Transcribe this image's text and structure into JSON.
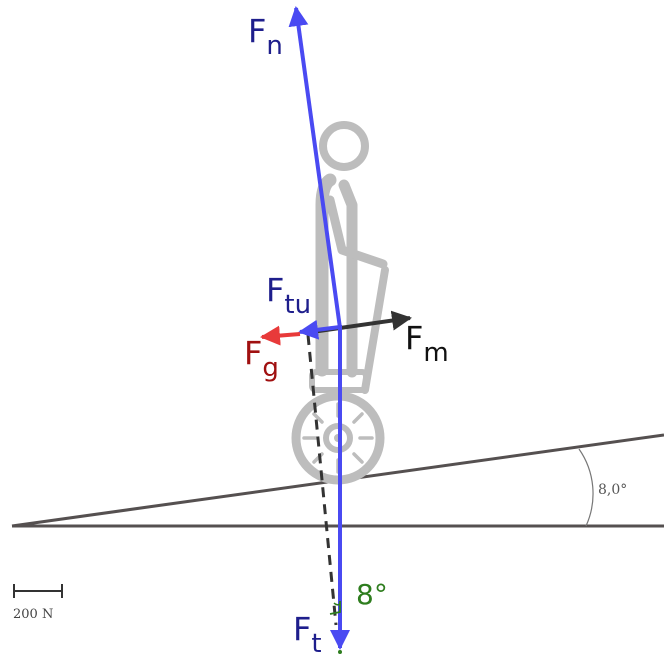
{
  "labels": {
    "fn": {
      "main": "F",
      "sub": "n"
    },
    "ftu": {
      "main": "F",
      "sub": "tu"
    },
    "fm": {
      "main": "F",
      "sub": "m"
    },
    "fg": {
      "main": "F",
      "sub": "g"
    },
    "ft": {
      "main": "F",
      "sub": "t"
    }
  },
  "angle_small": "8°",
  "angle_slope": "8,0°",
  "scale_label": "200 N",
  "colors": {
    "blue": "#4a4af2",
    "red": "#e83a3a",
    "dark": "#333333",
    "green": "#2e7d1e",
    "ground": "#555050",
    "figure": "#bdbdbd",
    "label_dark": "#1e1e8c",
    "label_red": "#a01010"
  }
}
